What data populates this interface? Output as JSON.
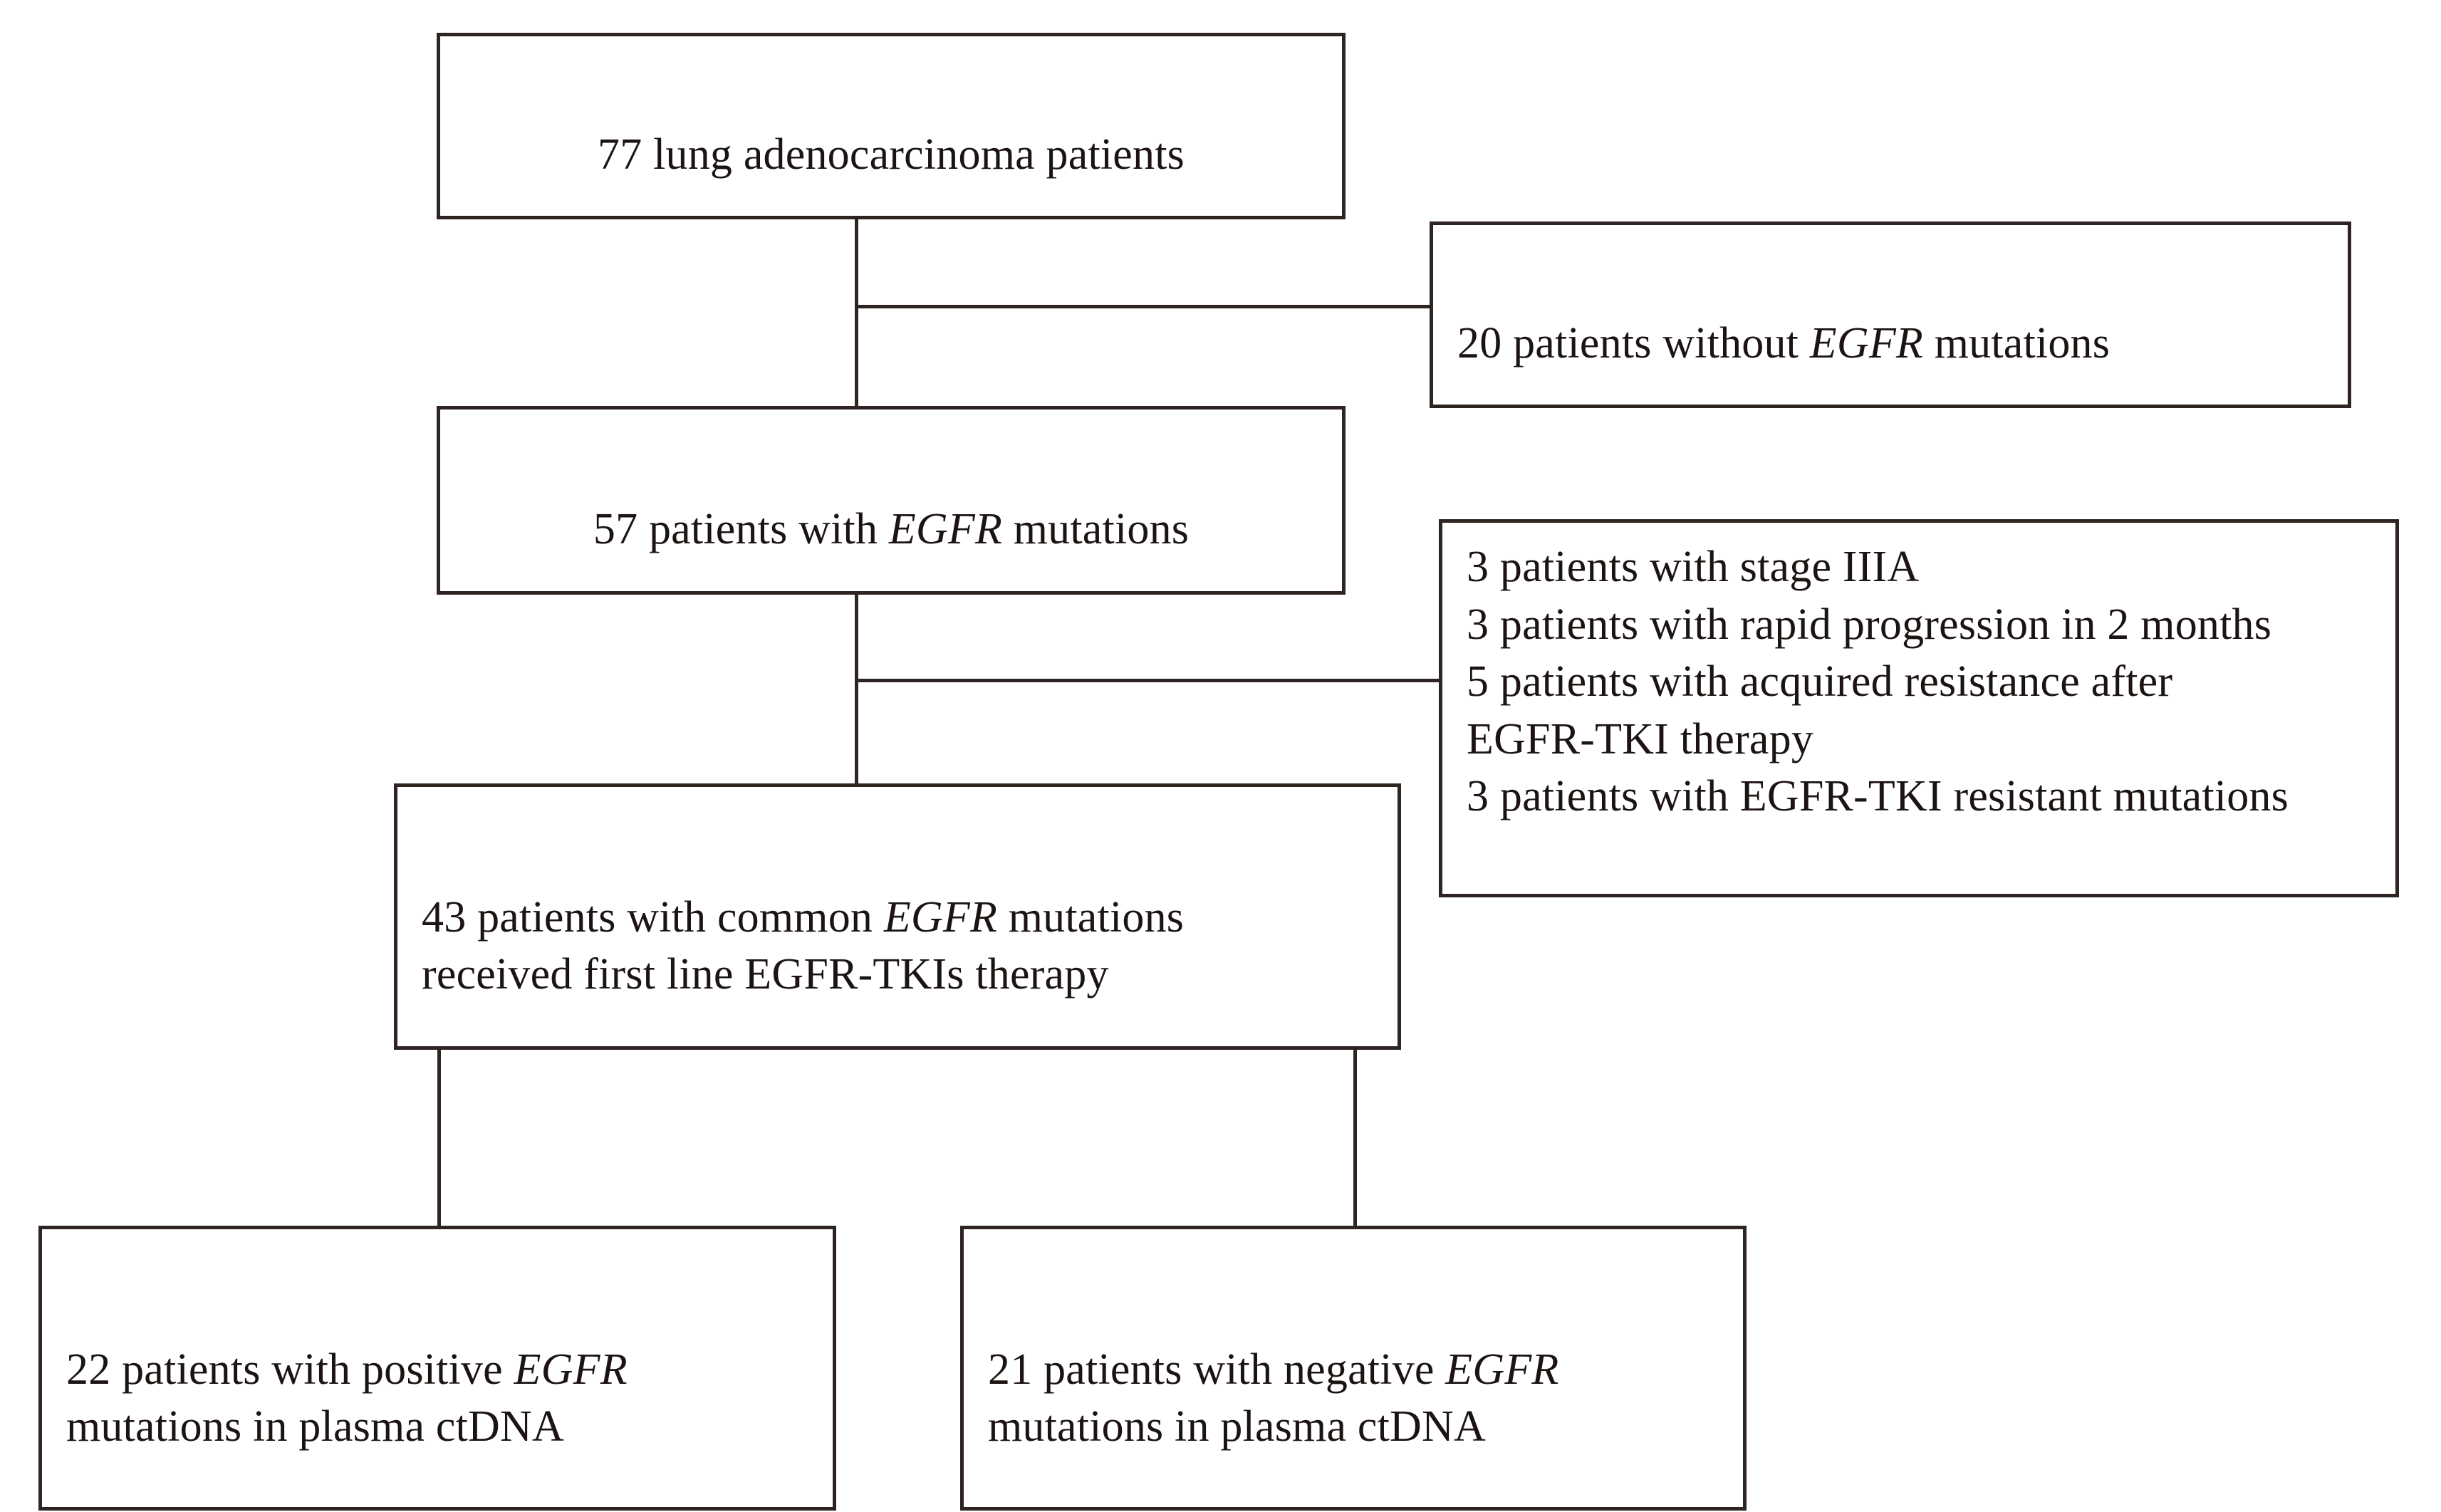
{
  "diagram": {
    "type": "flowchart",
    "title": "Patient enrollment flow diagram",
    "colors": {
      "stroke": "#2e2422",
      "background": "#ffffff",
      "text": "#1c1412"
    },
    "nodes": {
      "total_cohort": {
        "id": "total-cohort",
        "count": 77,
        "label": "77 lung adenocarcinoma  patients",
        "text_before_gene": "77 lung adenocarcinoma  patients",
        "gene": "",
        "text_after_gene": ""
      },
      "excluded_no_egfr": {
        "id": "excluded-no-egfr",
        "count": 20,
        "label": "20 patients without EGFR mutations",
        "text_before_gene": "20 patients  without ",
        "gene": "EGFR",
        "text_after_gene": " mutations"
      },
      "egfr_mutations": {
        "id": "egfr-mutations",
        "count": 57,
        "label": "57 patients with EGFR mutations",
        "text_before_gene": "57 patients with ",
        "gene": "EGFR",
        "text_after_gene": " mutations"
      },
      "excluded_other": {
        "id": "excluded-other",
        "lines": [
          "3 patients  with stage  IIIA",
          "3 patients  with rapid  progression  in 2 months",
          "5 patients  with acquired  resistance  after",
          "EGFR-TKI therapy",
          "3 patients  with EGFR-TKI  resistant  mutations"
        ],
        "label": "3 patients  with stage  IIIA\n3 patients  with rapid  progression  in 2 months\n5 patients  with acquired  resistance  after\nEGFR-TKI therapy\n3 patients  with EGFR-TKI  resistant  mutations"
      },
      "common_mutations": {
        "id": "common-mutations",
        "count": 43,
        "label": "43 patients with common EGFR mutations received first line EGFR-TKIs therapy",
        "text_before_gene": "43 patients with common ",
        "gene": "EGFR",
        "text_after_gene": " mutations\nreceived  first line EGFR-TKIs  therapy"
      },
      "ctdna_positive": {
        "id": "ctdna-positive",
        "count": 22,
        "label": "22 patients with positive EGFR mutations in plasma ctDNA",
        "text_before_gene": "22 patients  with positive ",
        "gene": "EGFR",
        "text_after_gene": "\nmutations in plasma  ctDNA"
      },
      "ctdna_negative": {
        "id": "ctdna-negative",
        "count": 21,
        "label": "21 patients with negative EGFR mutations in plasma ctDNA",
        "text_before_gene": "21 patients  with negative ",
        "gene": "EGFR",
        "text_after_gene": "\nmutations in plasma  ctDNA"
      }
    },
    "connectors": [
      {
        "id": "total-to-egfr",
        "from": "total_cohort",
        "to": "egfr_mutations",
        "kind": "vertical"
      },
      {
        "id": "total-to-excluded-no-egfr",
        "from": "total_cohort",
        "to": "excluded_no_egfr",
        "kind": "branch-right"
      },
      {
        "id": "egfr-to-common",
        "from": "egfr_mutations",
        "to": "common_mutations",
        "kind": "vertical"
      },
      {
        "id": "egfr-to-excluded-other",
        "from": "egfr_mutations",
        "to": "excluded_other",
        "kind": "branch-right"
      },
      {
        "id": "common-to-ctdna-positive",
        "from": "common_mutations",
        "to": "ctdna_positive",
        "kind": "vertical"
      },
      {
        "id": "common-to-ctdna-negative",
        "from": "common_mutations",
        "to": "ctdna_negative",
        "kind": "vertical"
      }
    ]
  }
}
